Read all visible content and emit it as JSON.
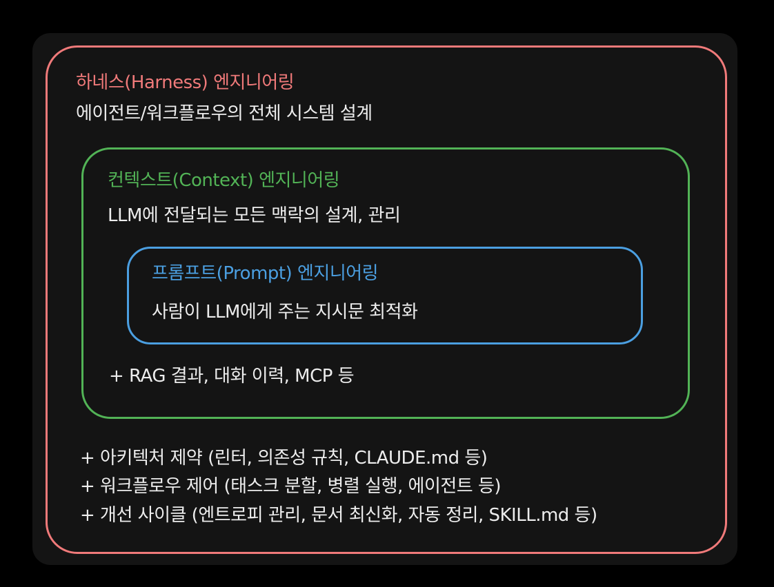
{
  "colors": {
    "harness": "#f07a7a",
    "context": "#52b356",
    "prompt": "#4b9fe1",
    "text": "#ededed"
  },
  "harness": {
    "title": "하네스(Harness) 엔지니어링",
    "description": "에이전트/워크플로우의 전체 시스템 설계",
    "extras": [
      "+ 아키텍처 제약 (린터, 의존성 규칙, CLAUDE.md 등)",
      "+ 워크플로우 제어 (태스크 분할, 병렬 실행, 에이전트 등)",
      "+ 개선 사이클 (엔트로피 관리, 문서 최신화, 자동 정리, SKILL.md 등)"
    ]
  },
  "context": {
    "title": "컨텍스트(Context) 엔지니어링",
    "description": "LLM에 전달되는 모든 맥락의 설계, 관리",
    "extra": "+ RAG 결과, 대화 이력, MCP 등"
  },
  "prompt": {
    "title": "프롬프트(Prompt) 엔지니어링",
    "description": "사람이 LLM에게 주는 지시문 최적화"
  }
}
